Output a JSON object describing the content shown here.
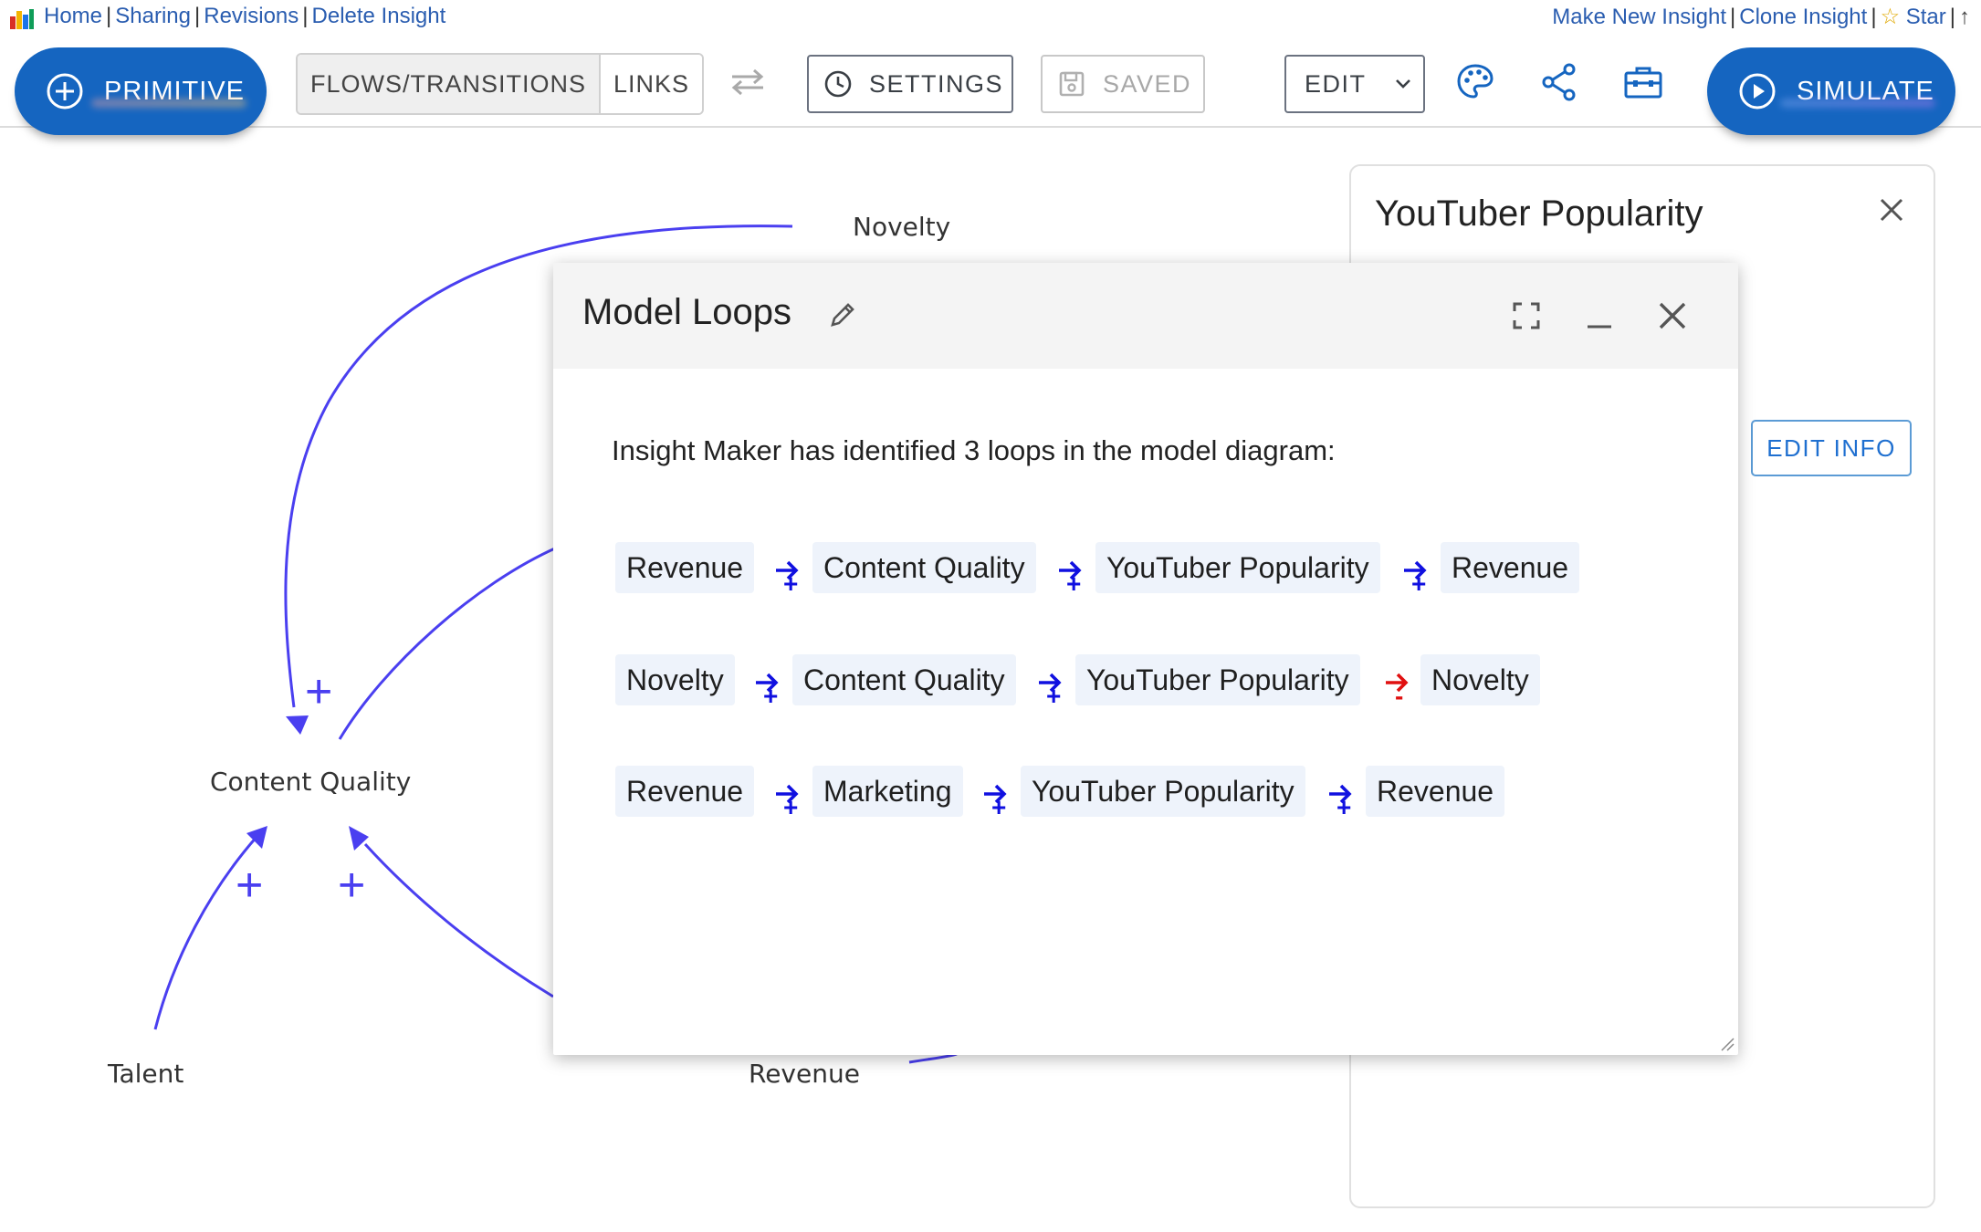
{
  "top_links": {
    "left": [
      "Home",
      "Sharing",
      "Revisions",
      "Delete Insight"
    ],
    "right": [
      "Make New Insight",
      "Clone Insight",
      "Star"
    ],
    "star_icon": "☆",
    "arrow_icon": "↑"
  },
  "toolbar": {
    "primitive_label": "PRIMITIVE",
    "mode_tabs": [
      "FLOWS/TRANSITIONS",
      "LINKS"
    ],
    "settings_label": "SETTINGS",
    "saved_label": "SAVED",
    "edit_label": "EDIT",
    "simulate_label": "SIMULATE",
    "icons": [
      "swap-icon",
      "palette-icon",
      "share-icon",
      "toolbox-icon"
    ]
  },
  "diagram": {
    "nodes": [
      "Novelty",
      "Content Quality",
      "Talent",
      "Revenue"
    ],
    "link_polarity": "+"
  },
  "info_panel": {
    "title": "YouTuber Popularity",
    "edit_info_label": "EDIT INFO"
  },
  "dialog": {
    "title": "Model Loops",
    "summary": "Insight Maker has identified 3 loops in the model diagram:",
    "loops": [
      {
        "nodes": [
          "Revenue",
          "Content Quality",
          "YouTuber Popularity",
          "Revenue"
        ],
        "signs": [
          "+",
          "+",
          "+"
        ]
      },
      {
        "nodes": [
          "Novelty",
          "Content Quality",
          "YouTuber Popularity",
          "Novelty"
        ],
        "signs": [
          "+",
          "+",
          "-"
        ]
      },
      {
        "nodes": [
          "Revenue",
          "Marketing",
          "YouTuber Popularity",
          "Revenue"
        ],
        "signs": [
          "+",
          "+",
          "+"
        ]
      }
    ]
  },
  "colors": {
    "primary": "#1565c0",
    "link": "#4a3ff0",
    "positive": "#1010e0",
    "negative": "#e01010",
    "chip": "#eef3fb"
  }
}
